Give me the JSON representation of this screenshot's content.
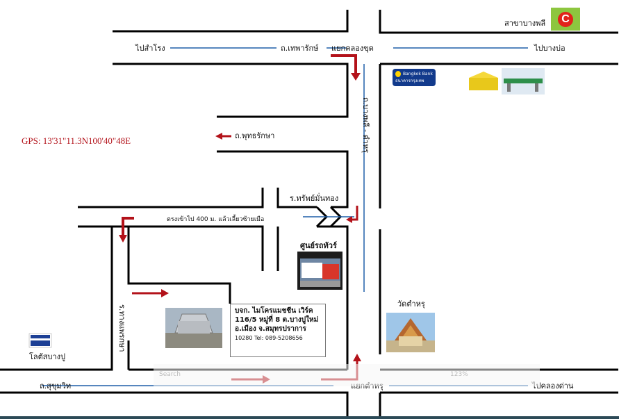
{
  "map": {
    "gps": "GPS: 13'31\"11.3N100'40\"48E",
    "roads": {
      "top_left": "ไปสำโรง",
      "thepharak": "ถ.เทพารักษ์",
      "junction_top": "แยกคลองขุด",
      "bang_bo": "ไปบางบ่อ",
      "bang_phli_branch": "สาขาบางพลี",
      "phutthaksa": "ถ.พุทธรักษา",
      "main_vertical": "ถ.บางพลี - ตำหรุ",
      "sap_muang_thong": "ร.ทรัพย์มั่นทอง",
      "go_400m": "ตรงเข้าไป 400 ม. แล้วเลี้ยวซ้ายเมือ",
      "phraeksa": "ร.ทางแพรกษา",
      "sukhumvit": "ถ.สุขุมวิท",
      "junction_bottom": "แยกตำหรุ",
      "khlong_dan": "ไปคลองด่าน",
      "lotus_bangpu": "โลตัสบางปู"
    },
    "landmarks": {
      "bank": "Bangkok Bank",
      "bank_thai": "ธนาคารกรุงเทพ",
      "bigc": "Big C",
      "tesco": "TESCO Lotus",
      "garage": "ศูนย์รถทัวร์",
      "temple": "วัดตำหรุ"
    },
    "company": {
      "line1": "บจก. ไมโครแมชชีน เวิร์ค",
      "line2": "116/5 หมู่ที่ 8 ต.บางปูใหม่",
      "line3": "อ.เมือง  จ.สมุทรปราการ",
      "line4": "10280  Tel: 089-5208656"
    },
    "toolbar": {
      "search": "Search",
      "zoom": "123%"
    },
    "colors": {
      "road_line": "#1f5fa8",
      "arrow": "#b3121a"
    }
  }
}
